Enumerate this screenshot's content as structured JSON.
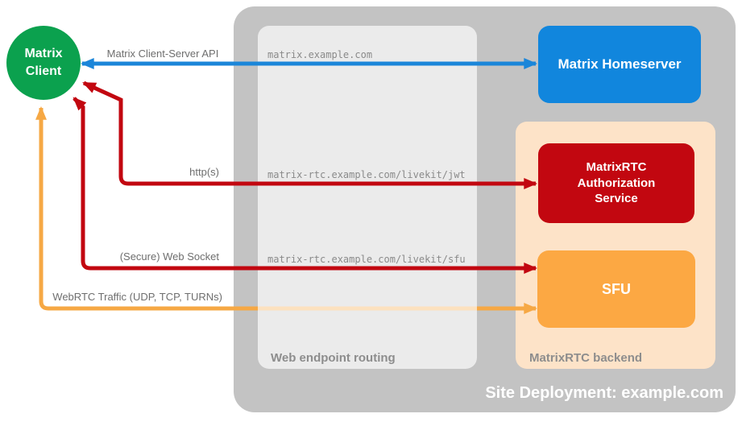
{
  "nodes": {
    "client": {
      "label": "Matrix Client"
    },
    "homeserver": {
      "label": "Matrix Homeserver"
    },
    "auth_service": {
      "label": "MatrixRTC Authorization Service"
    },
    "sfu": {
      "label": "SFU"
    }
  },
  "containers": {
    "site_deployment": {
      "label": "Site Deployment: example.com"
    },
    "web_endpoint_routing": {
      "label": "Web endpoint routing"
    },
    "matrixrtc_backend": {
      "label": "MatrixRTC backend"
    }
  },
  "routes": [
    "matrix.example.com",
    "matrix-rtc.example.com/livekit/jwt",
    "matrix-rtc.example.com/livekit/sfu"
  ],
  "arrow_labels": {
    "client_server_api": "Matrix Client-Server API",
    "https": "http(s)",
    "websocket": "(Secure) Web Socket",
    "webrtc": "WebRTC Traffic (UDP, TCP, TURNs)"
  },
  "colors": {
    "client_green": "#0ba14e",
    "homeserver_blue": "#1186dd",
    "auth_red": "#c20710",
    "sfu_orange": "#fca843",
    "backend_peach": "#fde3c8",
    "container_gray": "#c3c3c3",
    "routing_panel_gray": "#e8e8e8",
    "arrow_blue": "#1b86d9",
    "arrow_red": "#c20710",
    "arrow_orange": "#f6a844",
    "arrow_label_gray": "#6e6e6e",
    "route_text_gray": "#8a8a8a"
  }
}
